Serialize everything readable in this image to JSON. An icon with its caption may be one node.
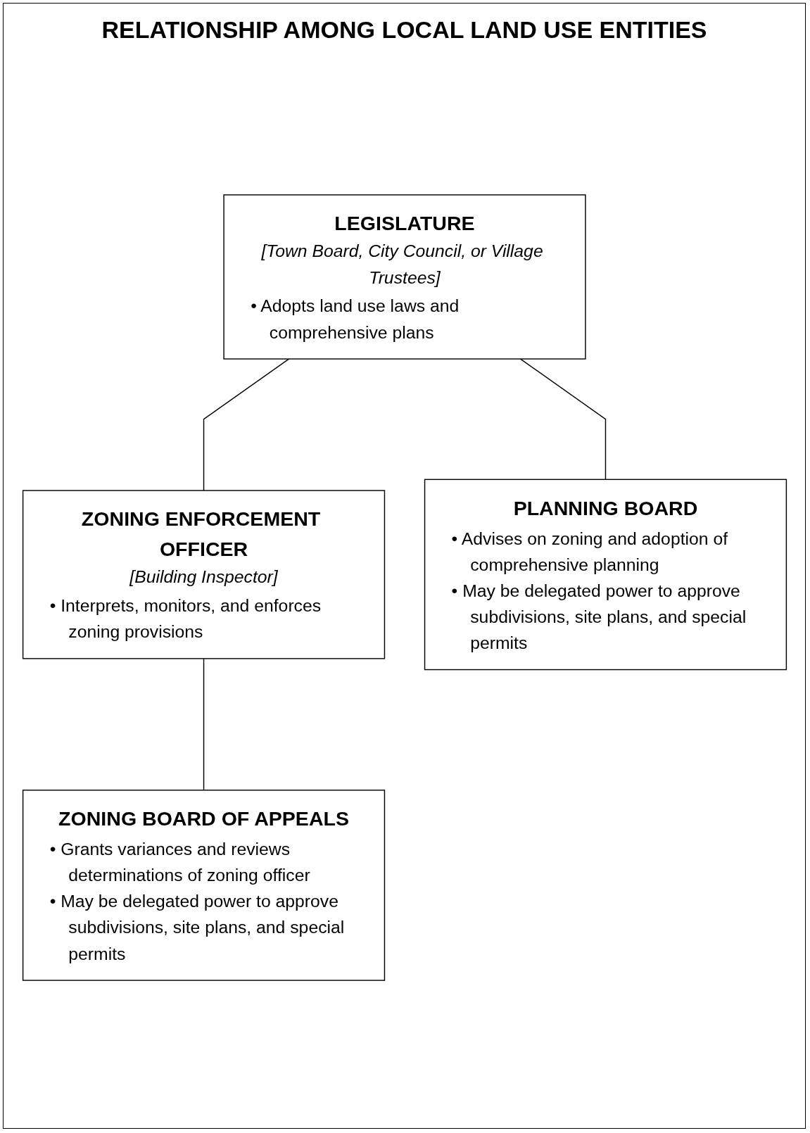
{
  "diagram": {
    "title": "RELATIONSHIP AMONG LOCAL LAND USE ENTITIES",
    "nodes": [
      {
        "text": [
          "LEGISLATURE",
          "[Town Board, City Council, or Village Trustees]",
          "• Adopts land use laws and comprehensive plans"
        ]
      },
      {
        "text": [
          "ZONING ENFORCEMENT OFFICER",
          "[Building Inspector]",
          "• Interprets, monitors, and enforces zoning provisions"
        ]
      },
      {
        "text": [
          "PLANNING BOARD",
          "• Advises on zoning and adoption of comprehensive planning",
          "• May be delegated power to approve subdivisions, site plans, and special permits"
        ]
      },
      {
        "text": [
          "ZONING BOARD OF APPEALS",
          "• Grants variances and reviews determinations of zoning officer",
          "• May be delegated power to approve subdivisions, site plans, and special permits"
        ]
      }
    ],
    "edges": [
      {
        "from": 0,
        "to": 1,
        "arrow": "none"
      },
      {
        "from": 0,
        "to": 2,
        "arrow": "none"
      },
      {
        "from": 1,
        "to": 3,
        "arrow": "none"
      }
    ]
  }
}
